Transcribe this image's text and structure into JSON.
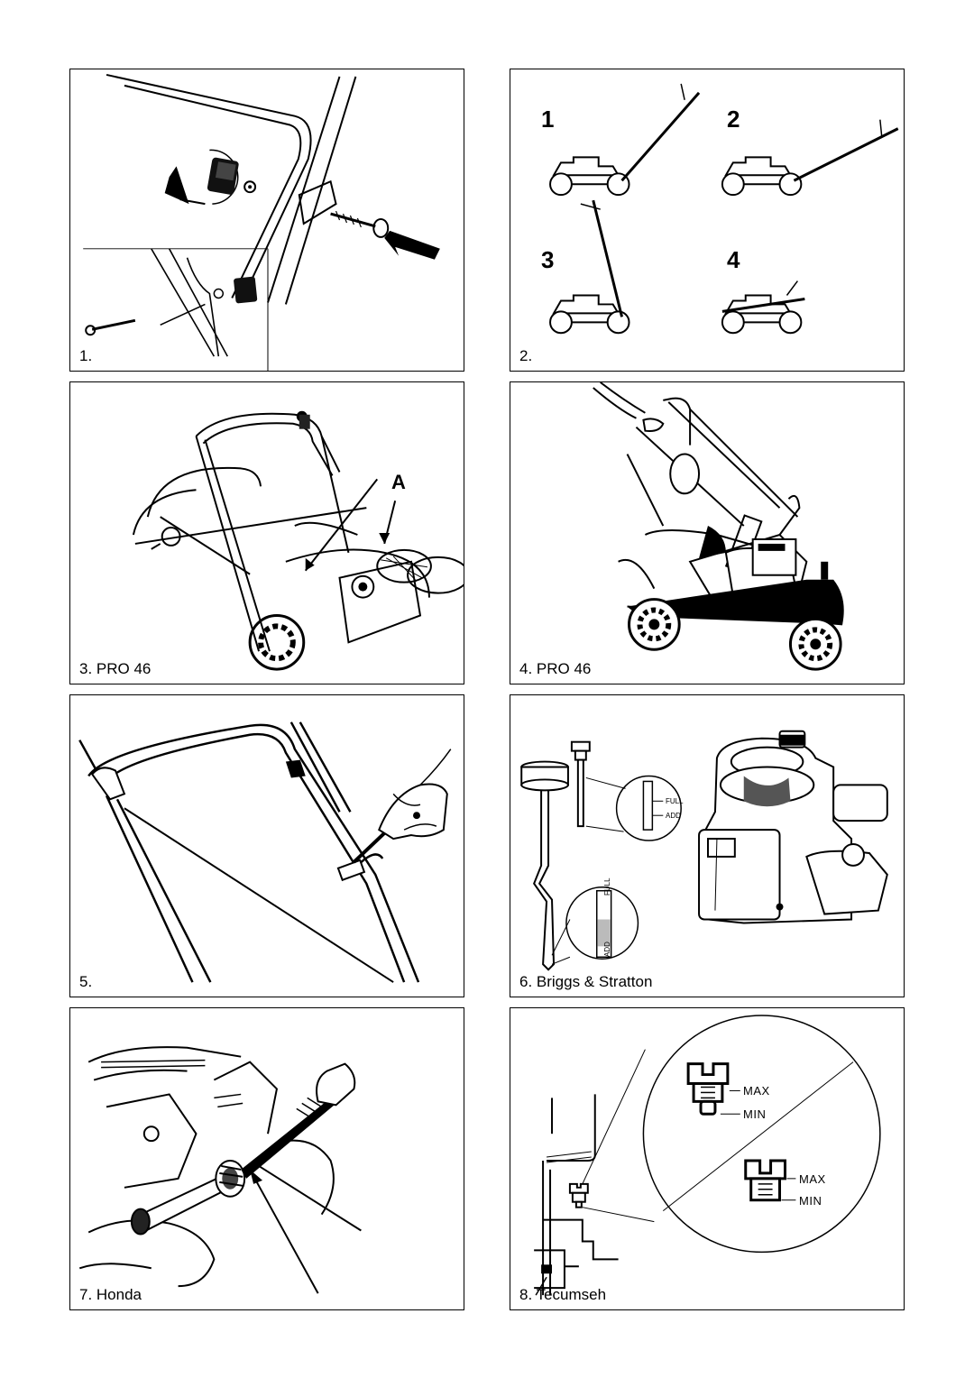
{
  "panels": [
    {
      "caption": "1."
    },
    {
      "caption": "2.",
      "positions": [
        "1",
        "2",
        "3",
        "4"
      ]
    },
    {
      "caption": "3. PRO 46",
      "label": "A"
    },
    {
      "caption": "4. PRO 46"
    },
    {
      "caption": "5."
    },
    {
      "caption": "6. Briggs & Stratton",
      "dipstick_full": "FULL",
      "dipstick_add": "ADD"
    },
    {
      "caption": "7. Honda"
    },
    {
      "caption": "8. Tecumseh",
      "max": "MAX",
      "min": "MIN"
    }
  ]
}
